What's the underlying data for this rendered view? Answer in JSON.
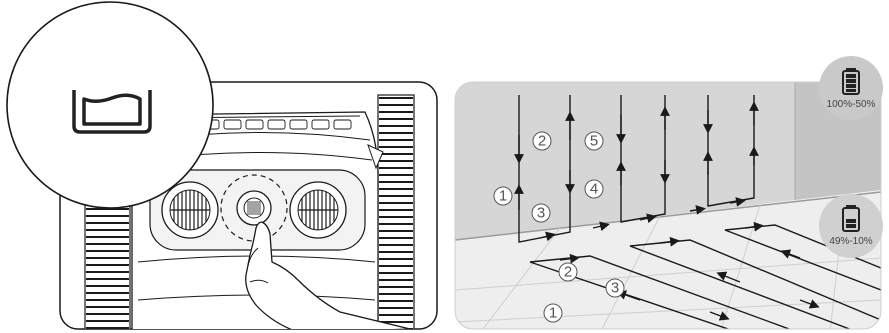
{
  "left_panel": {
    "zoom_icon": "basket-icon",
    "button_icon": "power-button-icon"
  },
  "right_panel": {
    "wall_badge": {
      "icon": "battery-full-icon",
      "label": "100%-50%"
    },
    "floor_badge": {
      "icon": "battery-half-icon",
      "label": "49%-10%"
    },
    "wall_steps": [
      "1",
      "2",
      "3",
      "4",
      "5"
    ],
    "floor_steps": [
      "1",
      "2",
      "3"
    ]
  }
}
